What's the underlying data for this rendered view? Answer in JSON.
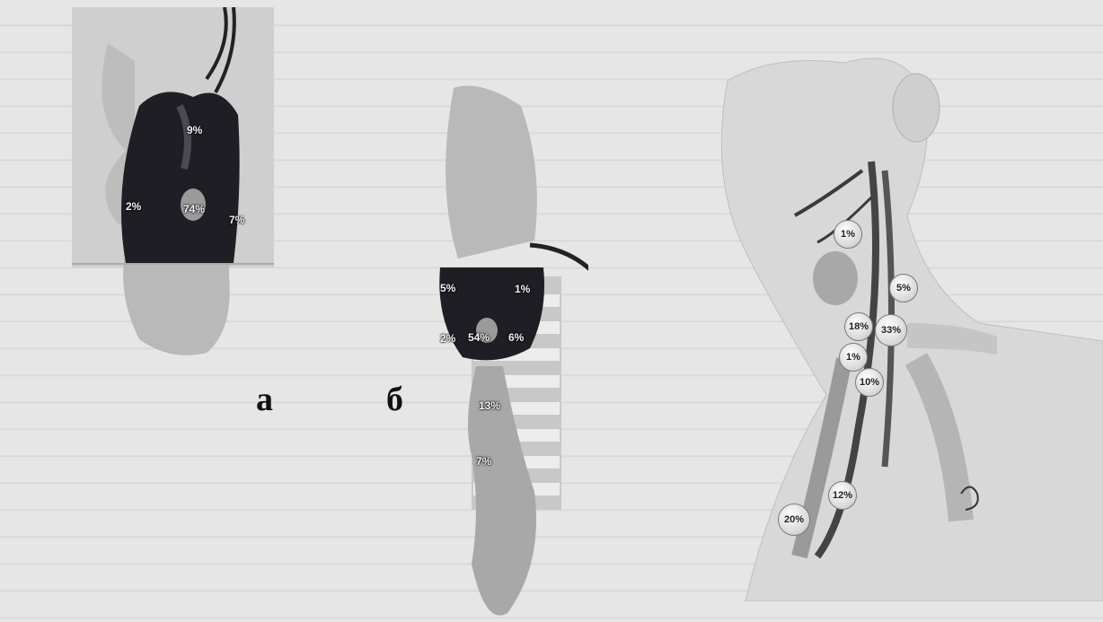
{
  "panel_a": {
    "letter": "а",
    "labels": [
      "9%",
      "2%",
      "74%",
      "7%"
    ]
  },
  "panel_b": {
    "letter": "б",
    "labels": [
      "5%",
      "1%",
      "2%",
      "54%",
      "6%",
      "13%",
      "7%"
    ]
  },
  "panel_c": {
    "labels": [
      "1%",
      "5%",
      "18%",
      "33%",
      "1%",
      "10%",
      "12%",
      "20%"
    ]
  },
  "colors": {
    "dark_tissue": "#1e1e24",
    "light_tissue": "#b9b9b9",
    "badge": "#e4e4e4",
    "vessel": "#3a3a3a"
  }
}
